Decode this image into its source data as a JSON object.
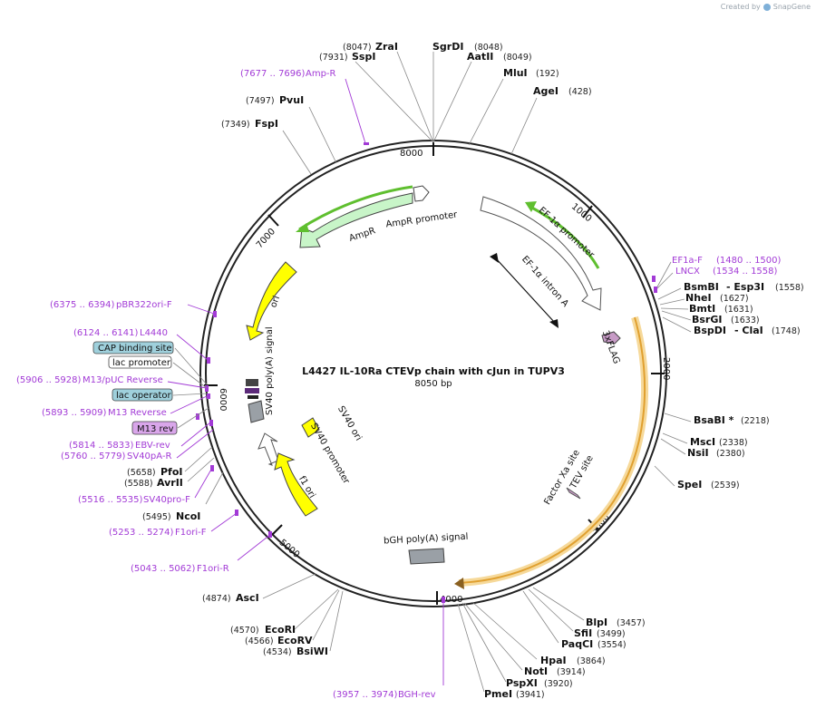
{
  "brand": {
    "created_by": "Created by",
    "app": "SnapGene"
  },
  "plasmid": {
    "title": "L4427 IL-10Ra CTEVp chain with cJun in TUPV3",
    "size_label": "8050 bp"
  },
  "ticks": [
    "1000",
    "2000",
    "3000",
    "4000",
    "5000",
    "6000",
    "7000",
    "8000"
  ],
  "enzymes": [
    {
      "name": "ZraI",
      "pos": "(8047)"
    },
    {
      "name": "SgrDI",
      "pos": "(8048)"
    },
    {
      "name": "SspI",
      "pos": "(7931)"
    },
    {
      "name": "AatII",
      "pos": "(8049)"
    },
    {
      "name": "MluI",
      "pos": "(192)"
    },
    {
      "name": "AgeI",
      "pos": "(428)"
    },
    {
      "name": "PvuI",
      "pos": "(7497)"
    },
    {
      "name": "FspI",
      "pos": "(7349)"
    },
    {
      "name": "BsmBI",
      "pos": "(1558)",
      "extra": "- Esp3I"
    },
    {
      "name": "NheI",
      "pos": "(1627)"
    },
    {
      "name": "BmtI",
      "pos": "(1631)"
    },
    {
      "name": "BsrGI",
      "pos": "(1633)"
    },
    {
      "name": "BspDI",
      "pos": "(1748)",
      "extra": "- ClaI"
    },
    {
      "name": "BsaBI *",
      "pos": "(2218)"
    },
    {
      "name": "MscI",
      "pos": "(2338)"
    },
    {
      "name": "NsiI",
      "pos": "(2380)"
    },
    {
      "name": "SpeI",
      "pos": "(2539)"
    },
    {
      "name": "BlpI",
      "pos": "(3457)"
    },
    {
      "name": "SfiI",
      "pos": "(3499)"
    },
    {
      "name": "PaqCI",
      "pos": "(3554)"
    },
    {
      "name": "HpaI",
      "pos": "(3864)"
    },
    {
      "name": "NotI",
      "pos": "(3914)"
    },
    {
      "name": "PspXI",
      "pos": "(3920)"
    },
    {
      "name": "PmeI",
      "pos": "(3941)"
    },
    {
      "name": "PfoI",
      "pos": "(5658)"
    },
    {
      "name": "AvrII",
      "pos": "(5588)"
    },
    {
      "name": "NcoI",
      "pos": "(5495)"
    },
    {
      "name": "AscI",
      "pos": "(4874)"
    },
    {
      "name": "EcoRI",
      "pos": "(4570)"
    },
    {
      "name": "EcoRV",
      "pos": "(4566)"
    },
    {
      "name": "BsiWI",
      "pos": "(4534)"
    }
  ],
  "primers": [
    {
      "label": "Amp-R",
      "range": "(7677 .. 7696)"
    },
    {
      "label": "EF1a-F",
      "range": "(1480 .. 1500)"
    },
    {
      "label": "LNCX",
      "range": "(1534 .. 1558)"
    },
    {
      "label": "pBR322ori-F",
      "range": "(6375 .. 6394)"
    },
    {
      "label": "L4440",
      "range": "(6124 .. 6141)"
    },
    {
      "label": "M13/pUC Reverse",
      "range": "(5906 .. 5928)"
    },
    {
      "label": "M13 Reverse",
      "range": "(5893 .. 5909)"
    },
    {
      "label": "EBV-rev",
      "range": "(5814 .. 5833)"
    },
    {
      "label": "SV40pA-R",
      "range": "(5760 .. 5779)"
    },
    {
      "label": "SV40pro-F",
      "range": "(5516 .. 5535)"
    },
    {
      "label": "F1ori-F",
      "range": "(5253 .. 5274)"
    },
    {
      "label": "F1ori-R",
      "range": "(5043 .. 5062)"
    },
    {
      "label": "BGH-rev",
      "range": "(3957 .. 3974)"
    }
  ],
  "boxed_features": [
    {
      "label": "CAP binding site",
      "color": "#9fd0dc"
    },
    {
      "label": "lac promoter",
      "color": "#ffffff"
    },
    {
      "label": "lac operator",
      "color": "#9fd0dc"
    },
    {
      "label": "M13 rev",
      "color": "#d9a6ea"
    }
  ],
  "features": [
    {
      "label": "AmpR promoter"
    },
    {
      "label": "AmpR"
    },
    {
      "label": "EF-1α promoter"
    },
    {
      "label": "EF-1α intron A"
    },
    {
      "label": "3xFLAG"
    },
    {
      "label": "ori"
    },
    {
      "label": "SV40 poly(A) signal"
    },
    {
      "label": "SV40 ori"
    },
    {
      "label": "SV40 promoter"
    },
    {
      "label": "f1 ori"
    },
    {
      "label": "Factor Xa site"
    },
    {
      "label": "TEV site"
    },
    {
      "label": "bGH poly(A) signal"
    }
  ],
  "colors": {
    "primer": "#a23ad6",
    "ampr_fill": "#c8f5c8",
    "ori_fill": "#ffff00",
    "orange_orf": "#f0b040",
    "green_highlight": "#5fbf2f",
    "gray_feature": "#9aa0a6"
  }
}
